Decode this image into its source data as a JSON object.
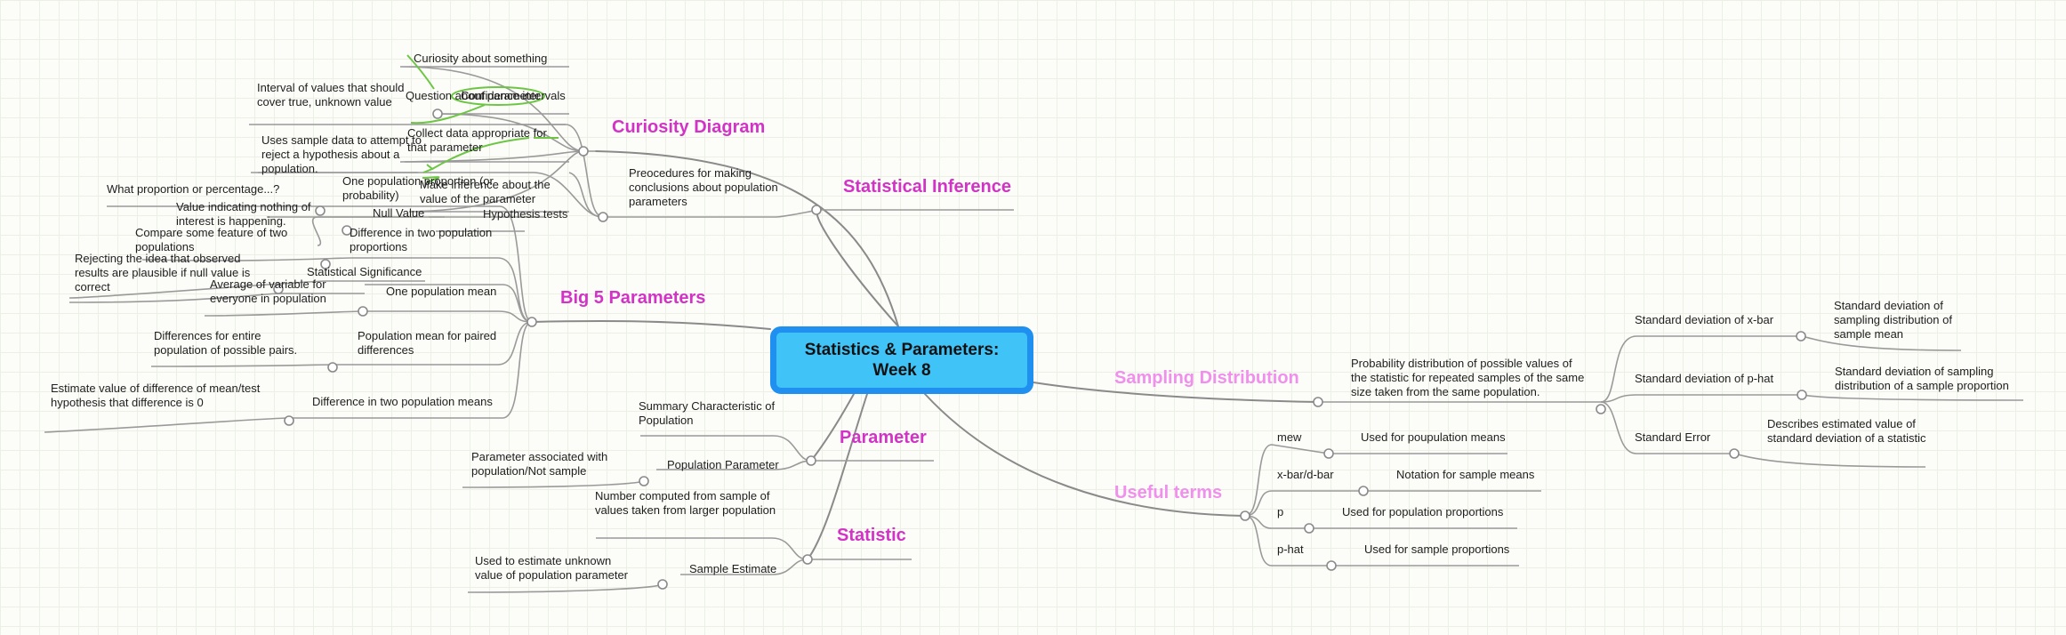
{
  "central": "Statistics & Parameters:  Week 8",
  "branches": {
    "curiosity": "Curiosity Diagram",
    "inference": "Statistical Inference",
    "big5": "Big 5 Parameters",
    "parameter": "Parameter",
    "statistic": "Statistic",
    "sampling": "Sampling Distribution",
    "useful": "Useful terms"
  },
  "curiosity": {
    "curiosity_about": "Curiosity about something",
    "question": "Question about parameter",
    "collect": "Collect data appropriate for that parameter",
    "inference_about": "Make inference about the value of the parameter"
  },
  "inference": {
    "procedures": "Preocedures for making conclusions about population parameters",
    "confidence_intervals": "Confidence intervals",
    "ci_desc": "Interval of values that should cover true, unknown value",
    "hypothesis_tests": "Hypothesis tests",
    "ht_desc": "Uses sample data to attempt to reject a hypothesis about a population.",
    "null_value": "Null Value",
    "null_desc": "Value indicating nothing of interest is happening.",
    "significance": "Statistical Significance",
    "significance_desc": "Rejecting the idea that observed results are plausible if null value is correct"
  },
  "big5": {
    "one_prop": "One population proportion (or probability)",
    "one_prop_desc": "What proportion or percentage...?",
    "diff_prop": "Difference in two population proportions",
    "diff_prop_desc": "Compare some feature of two populations",
    "one_mean": "One population mean",
    "one_mean_desc": "Average of variable for everyone in population",
    "paired": "Population mean for paired differences",
    "paired_desc": "Differences for entire population of possible pairs.",
    "diff_means": "Difference in two population means",
    "diff_means_desc": "Estimate value of difference of mean/test hypothesis that difference is 0"
  },
  "parameter": {
    "summary": "Summary Characteristic of Population",
    "population_parameter": "Population Parameter",
    "pp_desc": "Parameter associated with population/Not sample"
  },
  "statistic": {
    "number": "Number computed from sample of values taken from larger population",
    "sample_estimate": "Sample Estimate",
    "se_desc": "Used to estimate unknown value of population parameter"
  },
  "sampling": {
    "definition": "Probability distribution of possible values of the statistic for repeated samples of the same size taken from the same population.",
    "sd_xbar": "Standard deviation of x-bar",
    "sd_xbar_desc": "Standard deviation of sampling distribution of sample mean",
    "sd_phat": "Standard deviation of p-hat",
    "sd_phat_desc": "Standard deviation of sampling distribution of a sample proportion",
    "std_error": "Standard Error",
    "std_error_desc": "Describes estimated value of standard deviation of a statistic"
  },
  "useful": {
    "mew": "mew",
    "mew_desc": "Used for poupulation means",
    "xbar": "x-bar/d-bar",
    "xbar_desc": "Notation for sample means",
    "p": "p",
    "p_desc": "Used for population proportions",
    "phat": "p-hat",
    "phat_desc": "Used for sample proportions"
  },
  "colors": {
    "branch": "#d233c6",
    "branch_light": "#f08fec",
    "central_fill": "#40c3f7",
    "central_border": "#1f8ff0",
    "connector": "#8a8a8a",
    "arrow": "#6cc644"
  }
}
